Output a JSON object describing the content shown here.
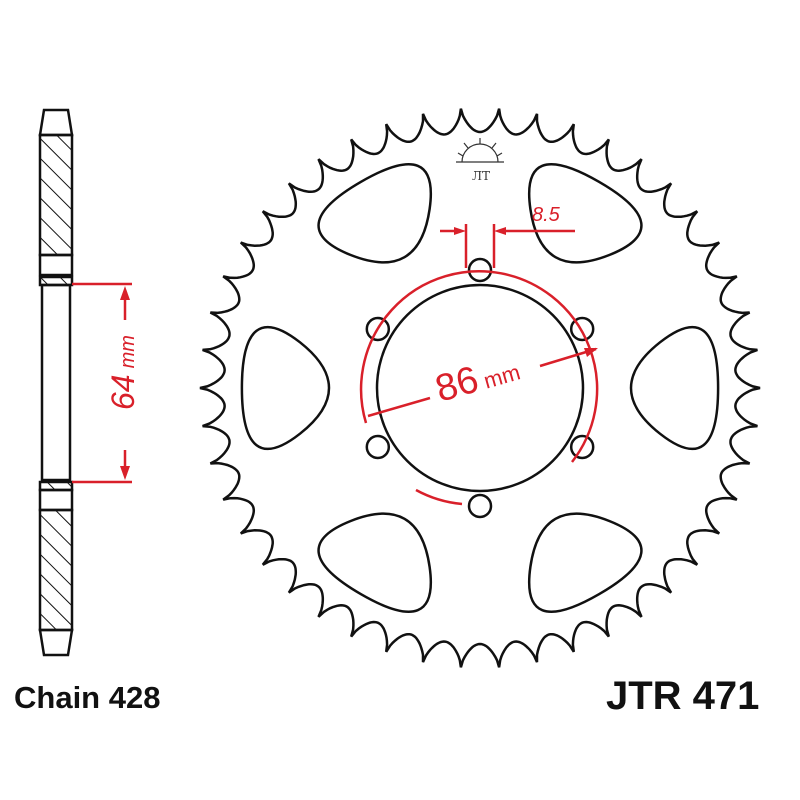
{
  "dimensions": {
    "bolt_circle": "86",
    "bolt_circle_unit": "mm",
    "bolt_hole": "8.5",
    "offset": "64",
    "offset_unit": "mm"
  },
  "labels": {
    "chain": "Chain 428",
    "part_number": "JTR 471"
  },
  "colors": {
    "outline": "#111111",
    "dimension": "#d9202a"
  },
  "logo": "JT"
}
